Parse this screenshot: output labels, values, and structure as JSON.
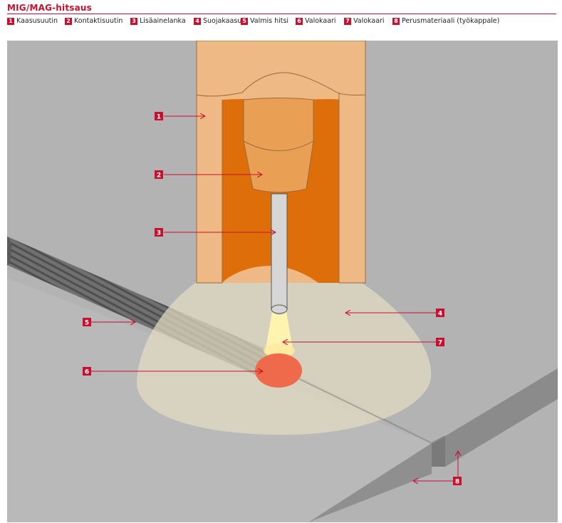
{
  "title": "MIG/MAG-hitsaus",
  "legend": [
    {
      "num": "1",
      "label": "Kaasusuutin"
    },
    {
      "num": "2",
      "label": "Kontaktisuutin"
    },
    {
      "num": "3",
      "label": "Lisäainelanka"
    },
    {
      "num": "4",
      "label": "Suojakaasu"
    },
    {
      "num": "5",
      "label": "Valmis hitsi"
    },
    {
      "num": "6",
      "label": "Valokaari"
    },
    {
      "num": "7",
      "label": "Valokaari"
    },
    {
      "num": "8",
      "label": "Perusmateriaali (työkappale)"
    }
  ],
  "colors": {
    "accent": "#c8102e",
    "nozzle_outer": "#efb985",
    "nozzle_inner": "#de6e0a",
    "contact_tip": "#e9a055",
    "workpiece": "#b3b3b4",
    "workpiece_edge": "#8b8b8c",
    "shielding_gas": "#d2cbb4",
    "weld_bead": "#6f6f6f",
    "arc": "#fff3b0",
    "weld_pool": "#ee6a4a"
  }
}
